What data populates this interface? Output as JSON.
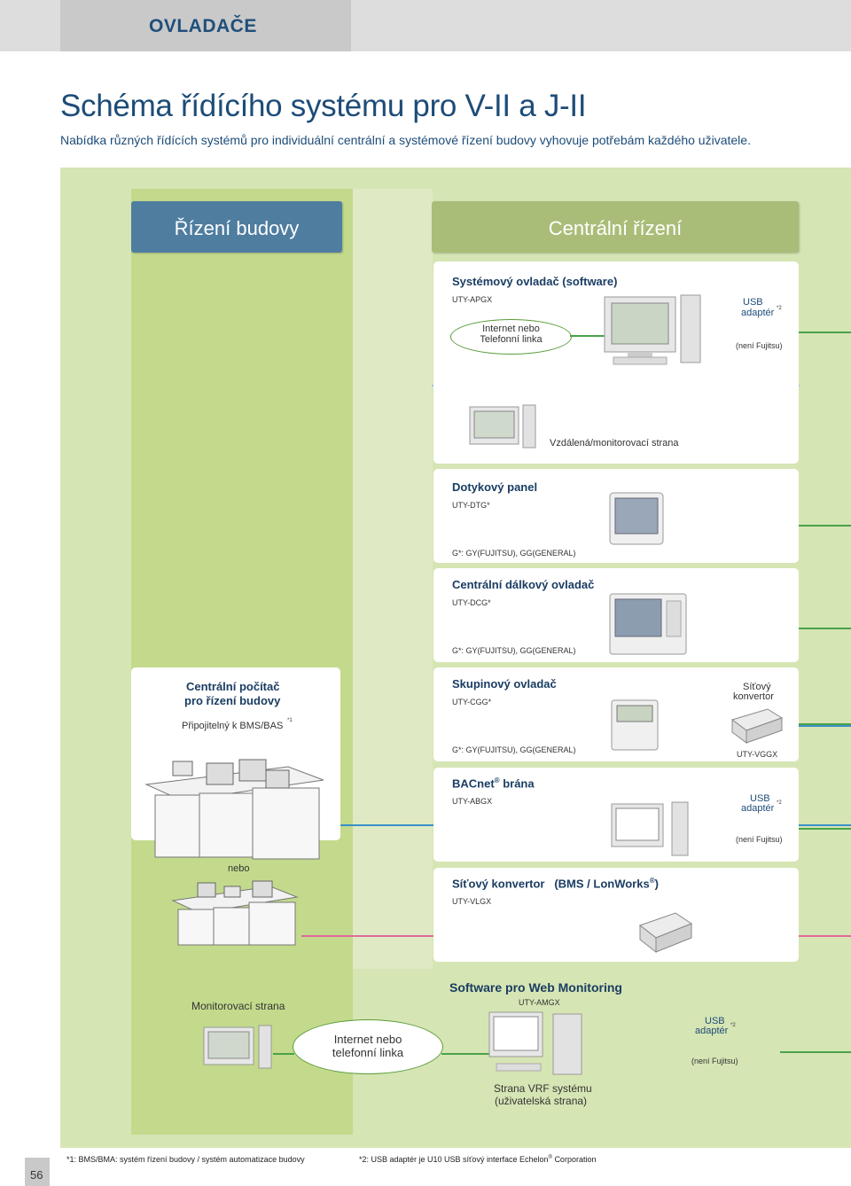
{
  "header": {
    "section_tab": "OVLADAČE"
  },
  "title": "Schéma řídícího systému pro V-II a J-II",
  "subtitle": "Nabídka různých řídících systémů pro individuální centrální a systémové řízení budovy vyhovuje potřebám každého uživatele.",
  "columns": {
    "left": "Řízení budovy",
    "right": "Centrální řízení"
  },
  "software_card": {
    "title": "Systémový ovladač (software)",
    "model": "UTY-APGX",
    "oval": [
      "Internet nebo",
      "Telefonní linka"
    ],
    "usb": [
      "USB",
      "adaptér",
      "*2",
      "(není Fujitsu)"
    ],
    "remote_label": "Vzdálená/monitorovací strana"
  },
  "touch_card": {
    "title": "Dotykový panel",
    "model": "UTY-DTG*",
    "note": "G*: GY(FUJITSU), GG(GENERAL)"
  },
  "central_card": {
    "title": "Centrální dálkový ovladač",
    "model": "UTY-DCG*",
    "note": "G*: GY(FUJITSU), GG(GENERAL)"
  },
  "bms_card": {
    "title": [
      "Centrální počítač",
      "pro řízení budovy"
    ],
    "connect": "Připojitelný k BMS/BAS",
    "connect_sup": "*1",
    "or": "nebo"
  },
  "group_card": {
    "title": "Skupinový ovladač",
    "model": "UTY-CGG*",
    "note": "G*: GY(FUJITSU), GG(GENERAL)",
    "converter": [
      "Síťový",
      "konvertor"
    ],
    "converter_model": "UTY-VGGX"
  },
  "bacnet_card": {
    "title": "BACnet",
    "title_reg": "®",
    "title_tail": "brána",
    "model": "UTY-ABGX",
    "usb": [
      "USB",
      "adaptér",
      "*2",
      "(není Fujitsu)"
    ]
  },
  "lon_card": {
    "title": "Síťový konvertor",
    "title_tail": "(BMS / LonWorks",
    "title_reg": "®",
    "title_close": ")",
    "model": "UTY-VLGX"
  },
  "web_section": {
    "title": "Software pro Web Monitoring",
    "model": "UTY-AMGX",
    "monitor_label": "Monitorovací strana",
    "oval": [
      "Internet nebo",
      "telefonní linka"
    ],
    "usb": [
      "USB",
      "adaptér",
      "*2",
      "(není Fujitsu)"
    ],
    "vrf": [
      "Strana VRF systému",
      "(uživatelská strana)"
    ]
  },
  "footnotes": {
    "f1": "*1:  BMS/BMA: systém řízení budovy / systém automatizace budovy",
    "f2a": "*2:  USB adaptér je U10 USB síťový interface Echelon",
    "f2reg": "®",
    "f2b": "Corporation"
  },
  "page_number": "56",
  "colors": {
    "title_blue": "#1d4c78",
    "header_blue": "#4f7da0",
    "header_green": "#a9bd78",
    "line_green": "#4aa24a",
    "line_pink": "#e06a9a"
  }
}
